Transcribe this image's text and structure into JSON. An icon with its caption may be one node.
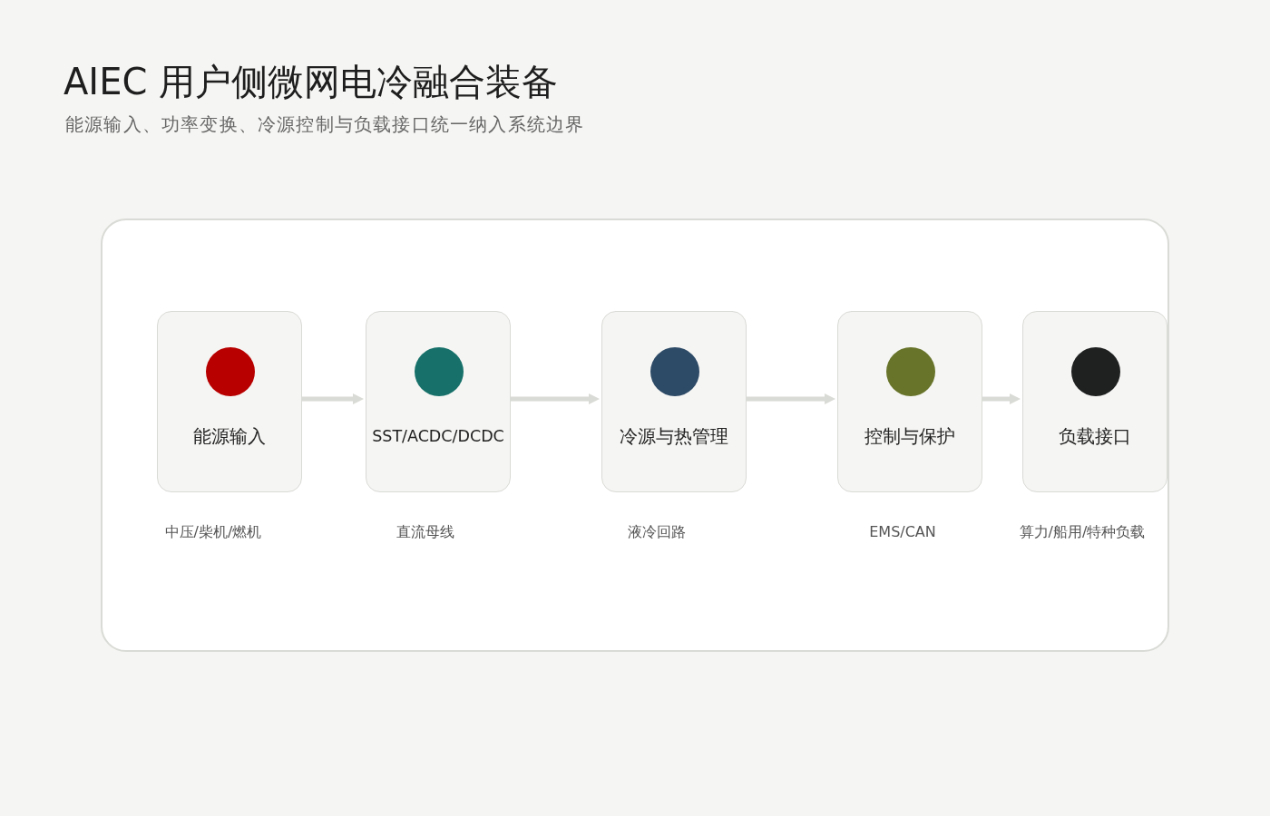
{
  "diagram": {
    "title": "AIEC 用户侧微网电冷融合装备",
    "nodes": [
      {
        "text": [],
        "shape": "box"
      },
      {
        "text": [
          "能源输入"
        ],
        "in": 0,
        "beside": [
          "中压/柴机/燃机"
        ]
      },
      {
        "text": [
          "SST/ACDC/DCDC"
        ],
        "in": 0,
        "beside": [
          "直流母线"
        ]
      },
      {
        "text": [
          "冷源与热管理"
        ],
        "in": 0,
        "beside": [
          "液冷回路"
        ]
      },
      {
        "text": [
          "控制与保护"
        ],
        "in": 0,
        "beside": [
          "EMS/CAN"
        ]
      },
      {
        "text": [
          "负载接口"
        ],
        "in": 0,
        "beside": [
          "算力/船用/特种负载"
        ]
      }
    ],
    "edges": [
      {
        "from": 1,
        "to": 2,
        "arrow": "to"
      },
      {
        "from": 2,
        "to": 3,
        "arrow": "to"
      },
      {
        "from": 3,
        "to": 4,
        "arrow": "to"
      },
      {
        "from": 4,
        "to": 5,
        "arrow": "to"
      }
    ],
    "labels": [
      "能源输入、功率变换、冷源控制与负载接口统一纳入系统边界"
    ]
  }
}
